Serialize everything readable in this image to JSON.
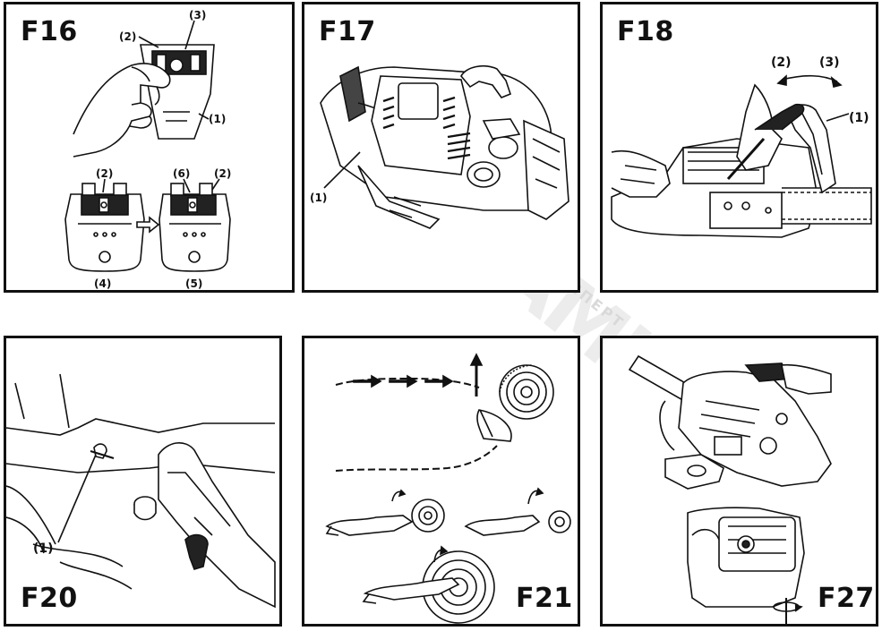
{
  "watermark": {
    "mark": "AMK",
    "text": "ЕНТОЛС ЭКСПЕРТ"
  },
  "panels": {
    "f16": {
      "label": "F16",
      "callouts": [
        "(3)",
        "(2)",
        "(1)",
        "(2)",
        "(6)",
        "(2)",
        "(4)",
        "(5)"
      ]
    },
    "f17": {
      "label": "F17",
      "callouts": [
        "(1)"
      ]
    },
    "f18": {
      "label": "F18",
      "callouts": [
        "(2)",
        "(3)",
        "(1)"
      ]
    },
    "f20": {
      "label": "F20",
      "callouts": [
        "(1)"
      ]
    },
    "f21": {
      "label": "F21"
    },
    "f27": {
      "label": "F27"
    }
  }
}
